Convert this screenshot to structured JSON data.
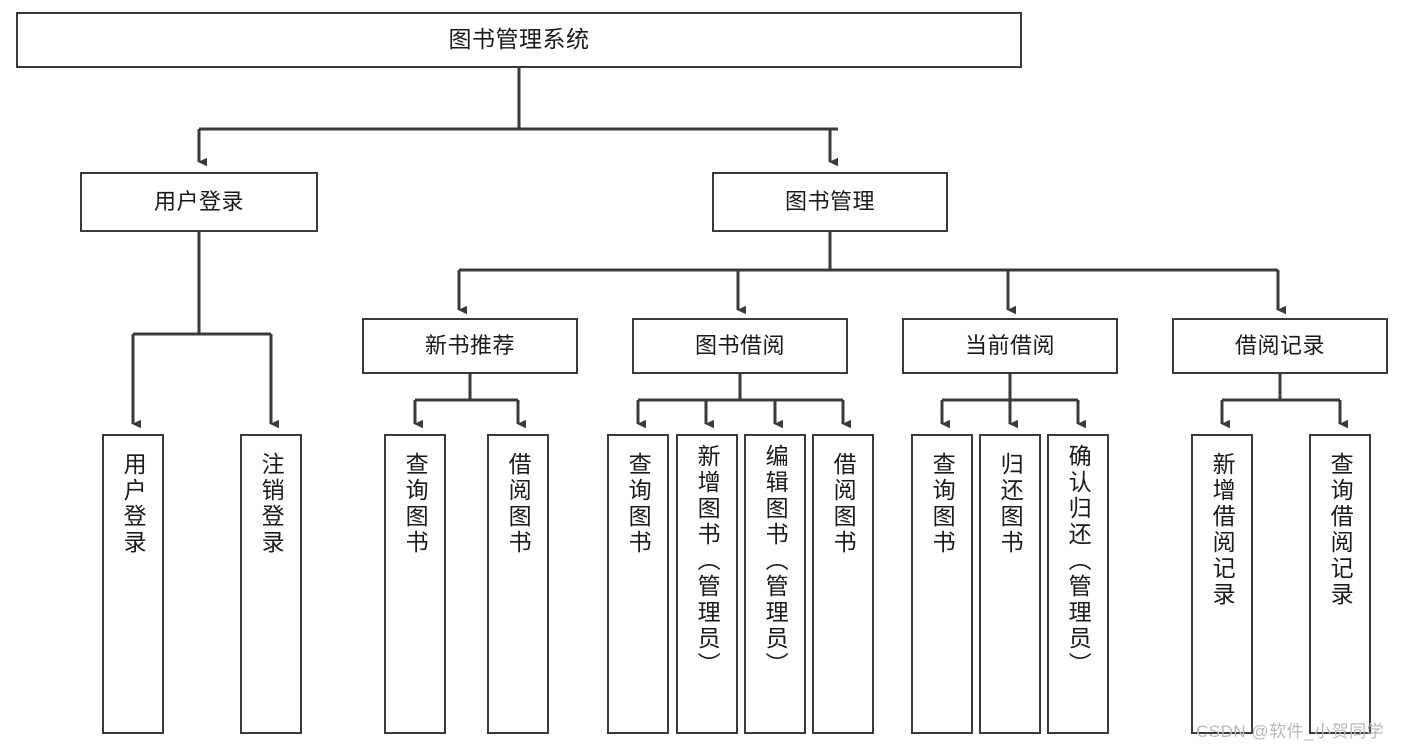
{
  "diagram": {
    "title": "图书管理系统",
    "type": "tree-hierarchy-diagram",
    "background": "#ffffff",
    "line_color": "#3a3a3a",
    "nodes": {
      "root": {
        "label": "图书管理系统"
      },
      "level2": [
        {
          "id": "user-login",
          "label": "用户登录"
        },
        {
          "id": "book-management",
          "label": "图书管理"
        }
      ],
      "level3": [
        {
          "id": "new-book-recommend",
          "label": "新书推荐"
        },
        {
          "id": "book-borrow",
          "label": "图书借阅"
        },
        {
          "id": "current-borrow",
          "label": "当前借阅"
        },
        {
          "id": "borrow-record",
          "label": "借阅记录"
        }
      ],
      "leaves": {
        "user-login": [
          {
            "id": "leaf-user-login",
            "label": "用户登录"
          },
          {
            "id": "leaf-logout-login",
            "label": "注销登录"
          }
        ],
        "new-book-recommend": [
          {
            "id": "leaf-query-book-1",
            "label": "查询图书"
          },
          {
            "id": "leaf-borrow-book-1",
            "label": "借阅图书"
          }
        ],
        "book-borrow": [
          {
            "id": "leaf-query-book-2",
            "label": "查询图书"
          },
          {
            "id": "leaf-add-book-admin",
            "label": "新增图书（管理员）"
          },
          {
            "id": "leaf-edit-book-admin",
            "label": "编辑图书（管理员）"
          },
          {
            "id": "leaf-borrow-book-2",
            "label": "借阅图书"
          }
        ],
        "current-borrow": [
          {
            "id": "leaf-query-book-3",
            "label": "查询图书"
          },
          {
            "id": "leaf-return-book",
            "label": "归还图书"
          },
          {
            "id": "leaf-confirm-return-admin",
            "label": "确认归还（管理员）"
          }
        ],
        "borrow-record": [
          {
            "id": "leaf-add-borrow-record",
            "label": "新增借阅记录"
          },
          {
            "id": "leaf-query-borrow-record",
            "label": "查询借阅记录"
          }
        ]
      }
    },
    "watermark": "CSDN @软件_小贺同学"
  }
}
